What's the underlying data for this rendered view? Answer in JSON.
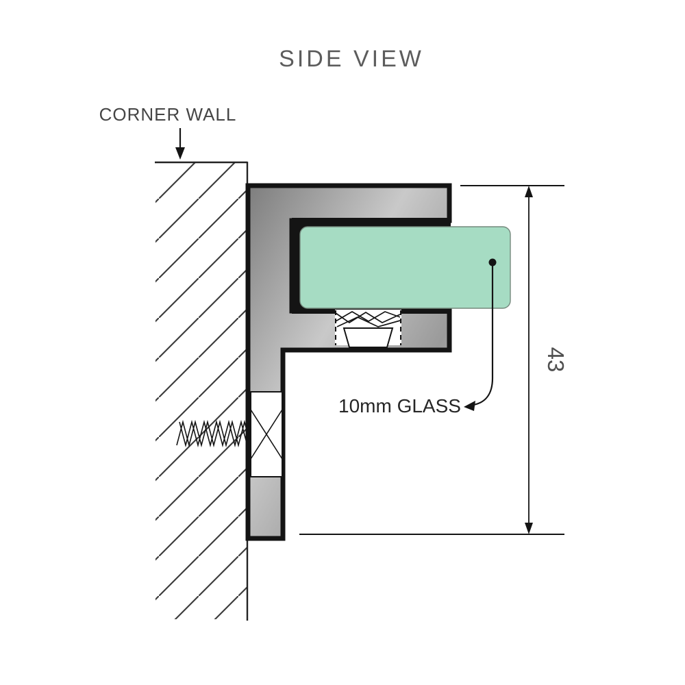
{
  "page": {
    "title": "SIDE VIEW"
  },
  "labels": {
    "corner_wall": "CORNER WALL",
    "glass_callout": "10mm GLASS"
  },
  "dimension": {
    "value": "43"
  },
  "colors": {
    "glass_fill": "#a6dcc3",
    "glass_stroke": "#75897d",
    "line": "#141414",
    "metal_dark": "#7d7d7d",
    "metal_light": "#d6d6d6"
  }
}
